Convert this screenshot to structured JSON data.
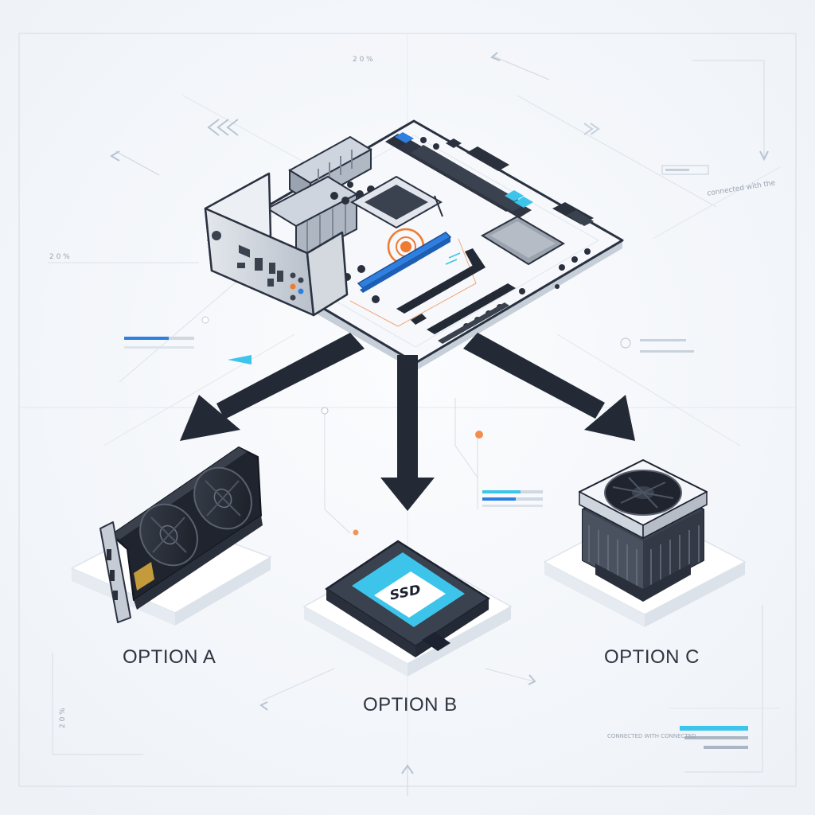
{
  "options": [
    {
      "label": "OPTION A",
      "component": "graphics card"
    },
    {
      "label": "OPTION B",
      "component": "solid state drive"
    },
    {
      "label": "OPTION C",
      "component": "cpu cooler"
    }
  ],
  "center": {
    "component": "motherboard"
  },
  "ssd_label": "SSD",
  "small_texts": [
    "2 0 %",
    "2 0 %",
    "connected with the",
    "CONNECTED WITH CONNECTED",
    "2 0 %"
  ],
  "colors": {
    "background": "#f3f6fa",
    "arrow": "#232a36",
    "accent_blue": "#2f7fe0",
    "accent_cyan": "#3cc4ea",
    "accent_orange": "#f07a30",
    "line": "#c9d3de"
  }
}
